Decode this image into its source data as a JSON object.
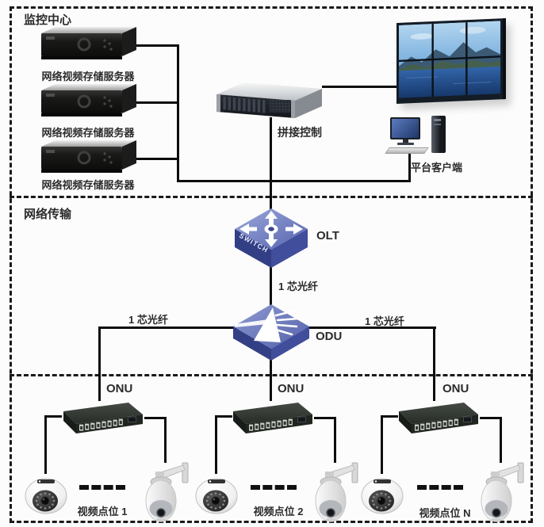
{
  "sections": {
    "monitoring_center": {
      "label": "监控中心"
    },
    "network_transmission": {
      "label": "网络传输"
    }
  },
  "monitoring_center": {
    "storage_servers": [
      {
        "label": "网络视频存储服务器"
      },
      {
        "label": "网络视频存储服务器"
      },
      {
        "label": "网络视频存储服务器"
      }
    ],
    "splicing_control": {
      "label": "拼接控制"
    },
    "platform_client": {
      "label": "平台客户端"
    }
  },
  "transmission": {
    "olt": {
      "label": "OLT"
    },
    "switch_icon_text": "SWITCH",
    "odu": {
      "label": "ODU"
    },
    "fiber_labels": {
      "center": "1 芯光纤",
      "left": "1 芯光纤",
      "right": "1 芯光纤"
    }
  },
  "access_layer": {
    "groups": [
      {
        "onu_label": "ONU",
        "point_label": "视频点位 1"
      },
      {
        "onu_label": "ONU",
        "point_label": "视频点位 2"
      },
      {
        "onu_label": "ONU",
        "point_label": "视频点位 N"
      }
    ]
  },
  "colors": {
    "background": "#fcfcfc",
    "line": "#0d0d0d",
    "dashed_border": "#1a1a1a",
    "network_icon_top": "#7e8bc9",
    "network_icon_side": "#36428b",
    "label_text": "#2b2b2b"
  }
}
